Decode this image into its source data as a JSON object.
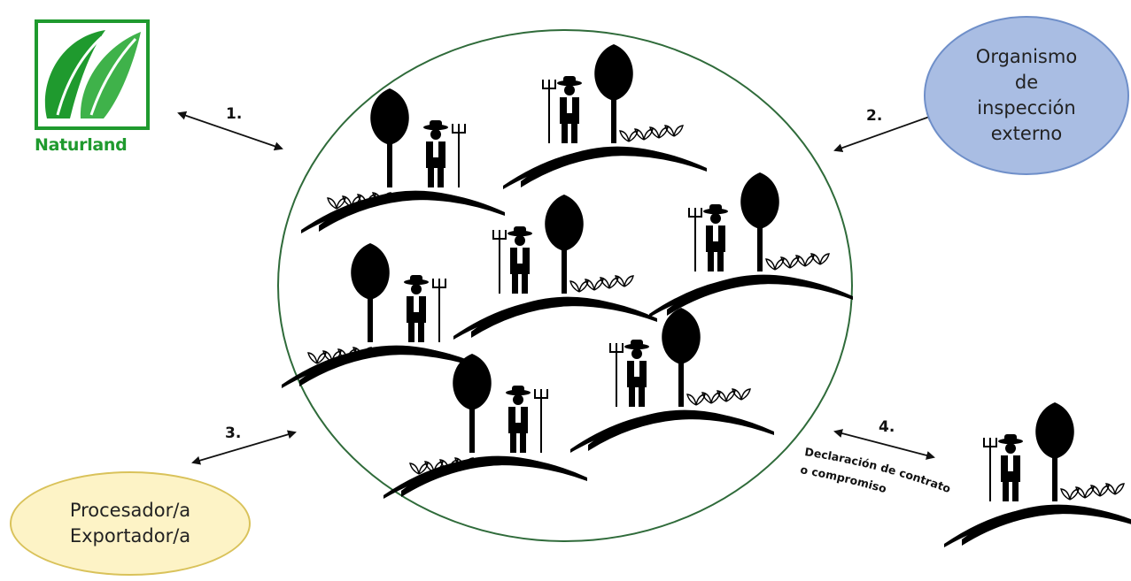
{
  "logo": {
    "name": "Naturland"
  },
  "nodes": {
    "inspection": {
      "lines": [
        "Organismo",
        "de",
        "inspección",
        "externo"
      ],
      "fill": "#a9bde3",
      "stroke": "#6f8fc9"
    },
    "processor": {
      "lines": [
        "Procesador/a",
        "Exportador/a"
      ],
      "fill": "#fdf3c6",
      "stroke": "#d9c25a"
    }
  },
  "arrows": [
    {
      "label": "1."
    },
    {
      "label": "2."
    },
    {
      "label": "3."
    },
    {
      "label": "4."
    }
  ],
  "contract_label": {
    "line1": "Declaración de contrato",
    "line2": "o compromiso"
  },
  "group": {
    "stroke": "#2f6b3a"
  },
  "icons": {
    "farm": "farmer-tree-hill-icon",
    "logo": "leaf-logo-icon"
  },
  "colors": {
    "logo_green": "#1f9a2e",
    "silhouette": "#000000"
  }
}
